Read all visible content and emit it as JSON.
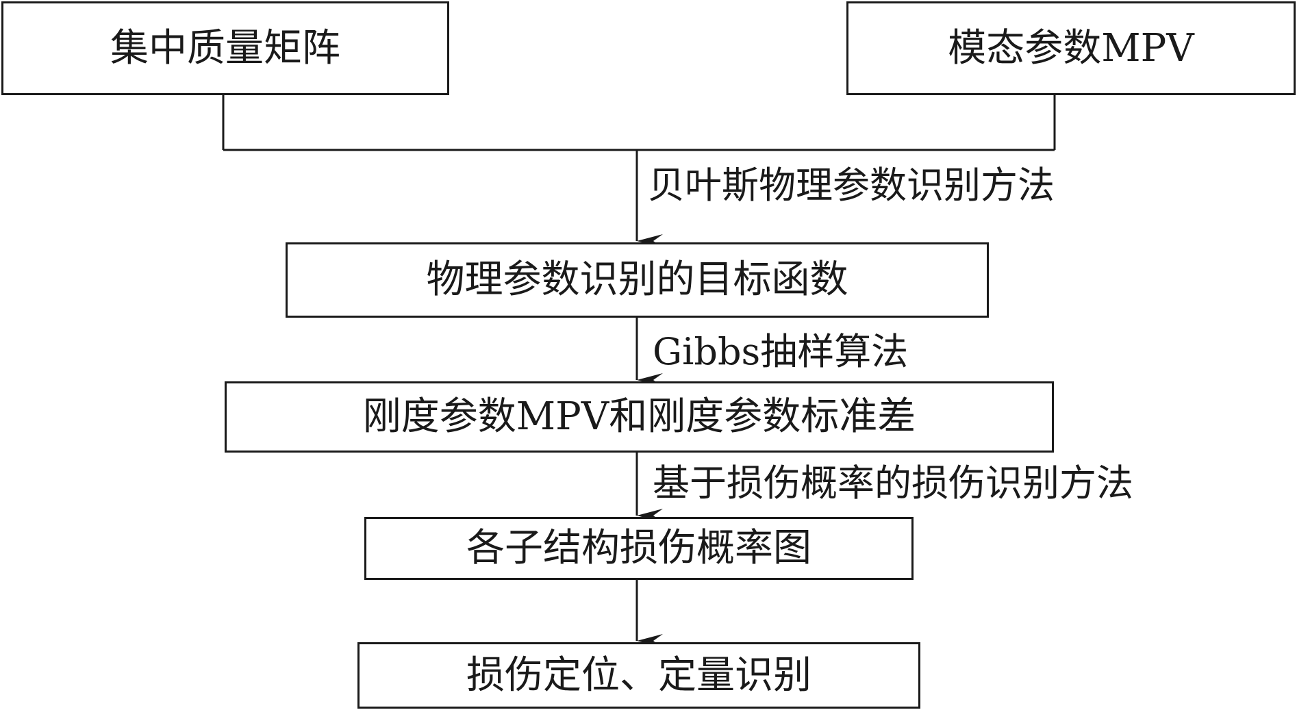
{
  "nodes": {
    "mass_matrix": "集中质量矩阵",
    "modal_mpv": "模态参数MPV",
    "objective_function": "物理参数识别的目标函数",
    "stiffness_params": "刚度参数MPV和刚度参数标准差",
    "damage_prob_map": "各子结构损伤概率图",
    "final_result": "损伤定位、定量识别"
  },
  "edges": {
    "bayes_method": "贝叶斯物理参数识别方法",
    "gibbs_sampling": "Gibbs抽样算法",
    "damage_prob_method": "基于损伤概率的损伤识别方法"
  },
  "colors": {
    "stroke": "#1a1a1a",
    "background": "#ffffff"
  }
}
